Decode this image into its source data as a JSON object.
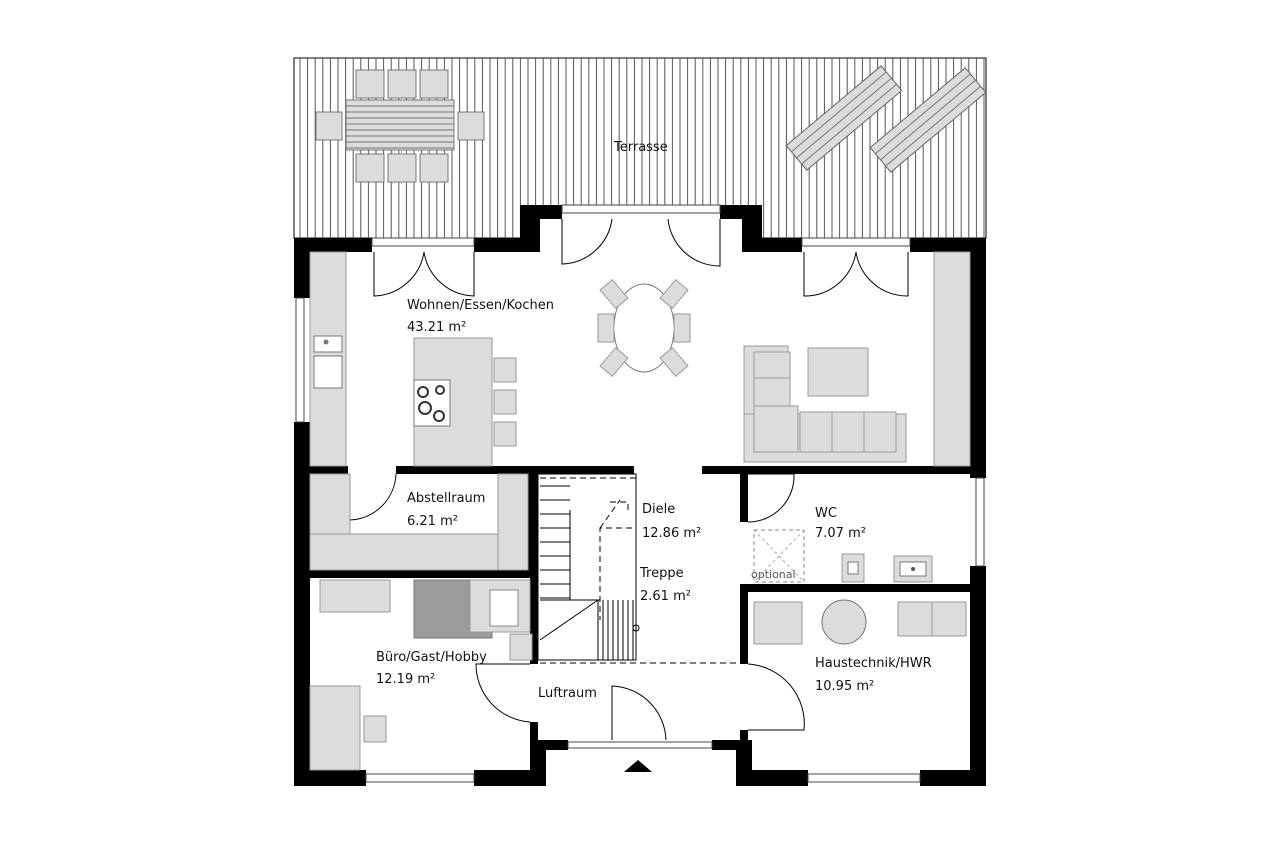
{
  "rooms": {
    "terrasse": {
      "name": "Terrasse"
    },
    "wohnen": {
      "name": "Wohnen/Essen/Kochen",
      "area": "43.21 m²"
    },
    "abstellraum": {
      "name": "Abstellraum",
      "area": "6.21 m²"
    },
    "diele": {
      "name": "Diele",
      "area": "12.86 m²"
    },
    "wc": {
      "name": "WC",
      "area": "7.07 m²"
    },
    "treppe": {
      "name": "Treppe",
      "area": "2.61 m²"
    },
    "buero": {
      "name": "Büro/Gast/Hobby",
      "area": "12.19 m²"
    },
    "haustechnik": {
      "name": "Haustechnik/HWR",
      "area": "10.95 m²"
    },
    "luftraum": {
      "name": "Luftraum"
    }
  },
  "annotations": {
    "optional": "optional"
  },
  "colors": {
    "wall": "#000000",
    "furniture_fill": "#dcdcdc",
    "furniture_stroke": "#9a9a9a",
    "desk_dark": "#9b9b9b",
    "text": "#111111"
  }
}
